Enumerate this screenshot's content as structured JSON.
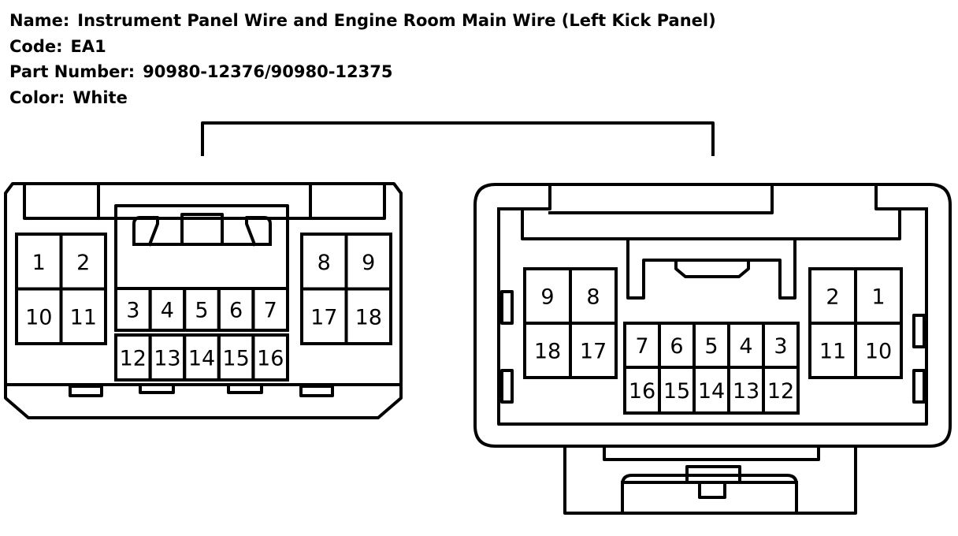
{
  "header": {
    "name_label": "Name:",
    "name_value": "Instrument Panel Wire and Engine Room Main Wire (Left Kick Panel)",
    "code_label": "Code:",
    "code_value": "EA1",
    "part_label": "Part Number:",
    "part_value": "90980-12376/90980-12375",
    "color_label": "Color:",
    "color_value": "White"
  },
  "left_connector": {
    "pins": [
      "1",
      "2",
      "10",
      "11",
      "3",
      "4",
      "5",
      "6",
      "7",
      "12",
      "13",
      "14",
      "15",
      "16",
      "8",
      "9",
      "17",
      "18"
    ]
  },
  "right_connector": {
    "pins": [
      "9",
      "8",
      "18",
      "17",
      "7",
      "6",
      "5",
      "4",
      "3",
      "16",
      "15",
      "14",
      "13",
      "12",
      "2",
      "1",
      "11",
      "10"
    ]
  }
}
